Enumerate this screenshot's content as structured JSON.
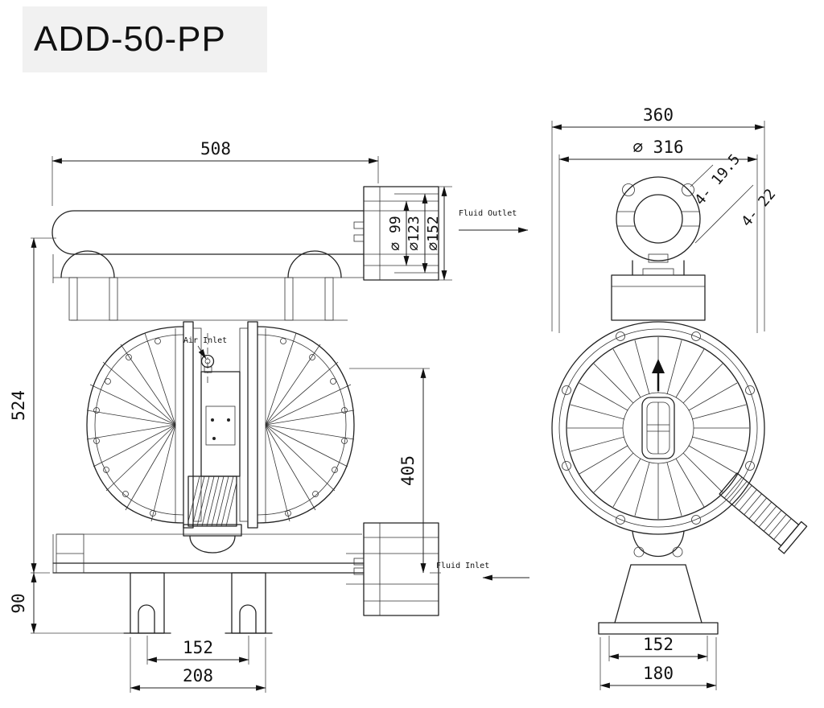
{
  "title": "ADD-50-PP",
  "front_view": {
    "labels": {
      "fluid_outlet": "Fluid Outlet",
      "fluid_inlet": "Fluid Inlet",
      "air_inlet": "Air Inlet"
    },
    "dims": {
      "overall_width": "508",
      "overall_height": "524",
      "base_height": "90",
      "foot_centers": "152",
      "base_width": "208",
      "inlet_height": "405",
      "outlet_bore": "⌀ 99",
      "outlet_bolt_circle": "⌀123",
      "outlet_flange_od": "⌀152"
    }
  },
  "side_view": {
    "dims": {
      "overall_width": "360",
      "bolt_circle": "⌀ 316",
      "flange_holes": "4- 19.5",
      "body_holes": "4- 22",
      "port_centers": "152",
      "base_width": "180"
    }
  }
}
